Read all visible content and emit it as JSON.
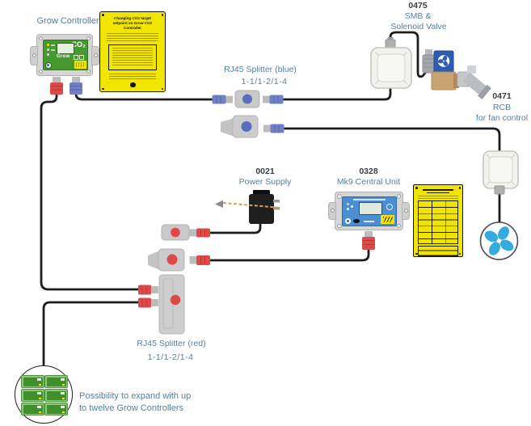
{
  "diagram": {
    "grow_controller": {
      "label": "Grow Controller",
      "brand": "CO₂",
      "model": "Grow"
    },
    "warning_label": {
      "title": "Changing CO2 target setpoint on Grow CO2 Controller"
    },
    "splitter_blue": {
      "title": "RJ45 Splitter (blue)",
      "subtitle": "1-1/1-2/1-4"
    },
    "smb": {
      "code": "0475",
      "line1": "SMB &",
      "line2": "Solenoid Valve"
    },
    "rcb": {
      "code": "0471",
      "line1": "RCB",
      "line2": "for fan control"
    },
    "power_supply": {
      "code": "0021",
      "name": "Power Supply"
    },
    "central_unit": {
      "code": "0328",
      "name": "Mk9 Central Unit"
    },
    "splitter_red": {
      "title": "RJ45 Splitter (red)",
      "subtitle": "1-1/1-2/1-4"
    },
    "expansion": {
      "line1": "Possibility to expand with up",
      "line2": "to twelve Grow Controllers"
    }
  },
  "colors": {
    "label_text": "#54809f",
    "code_text": "#3b3e44",
    "cable": "#1d1d1d",
    "blue_connector": "#6f80c4",
    "red_connector": "#dd4a4a",
    "green_panel": "#47982f",
    "panel_blue": "#4a8fd4",
    "yellow_label": "#f2e600",
    "solenoid_blue": "#2d5cb0",
    "brass": "#c9a472",
    "fan_blue": "#35aadc"
  }
}
